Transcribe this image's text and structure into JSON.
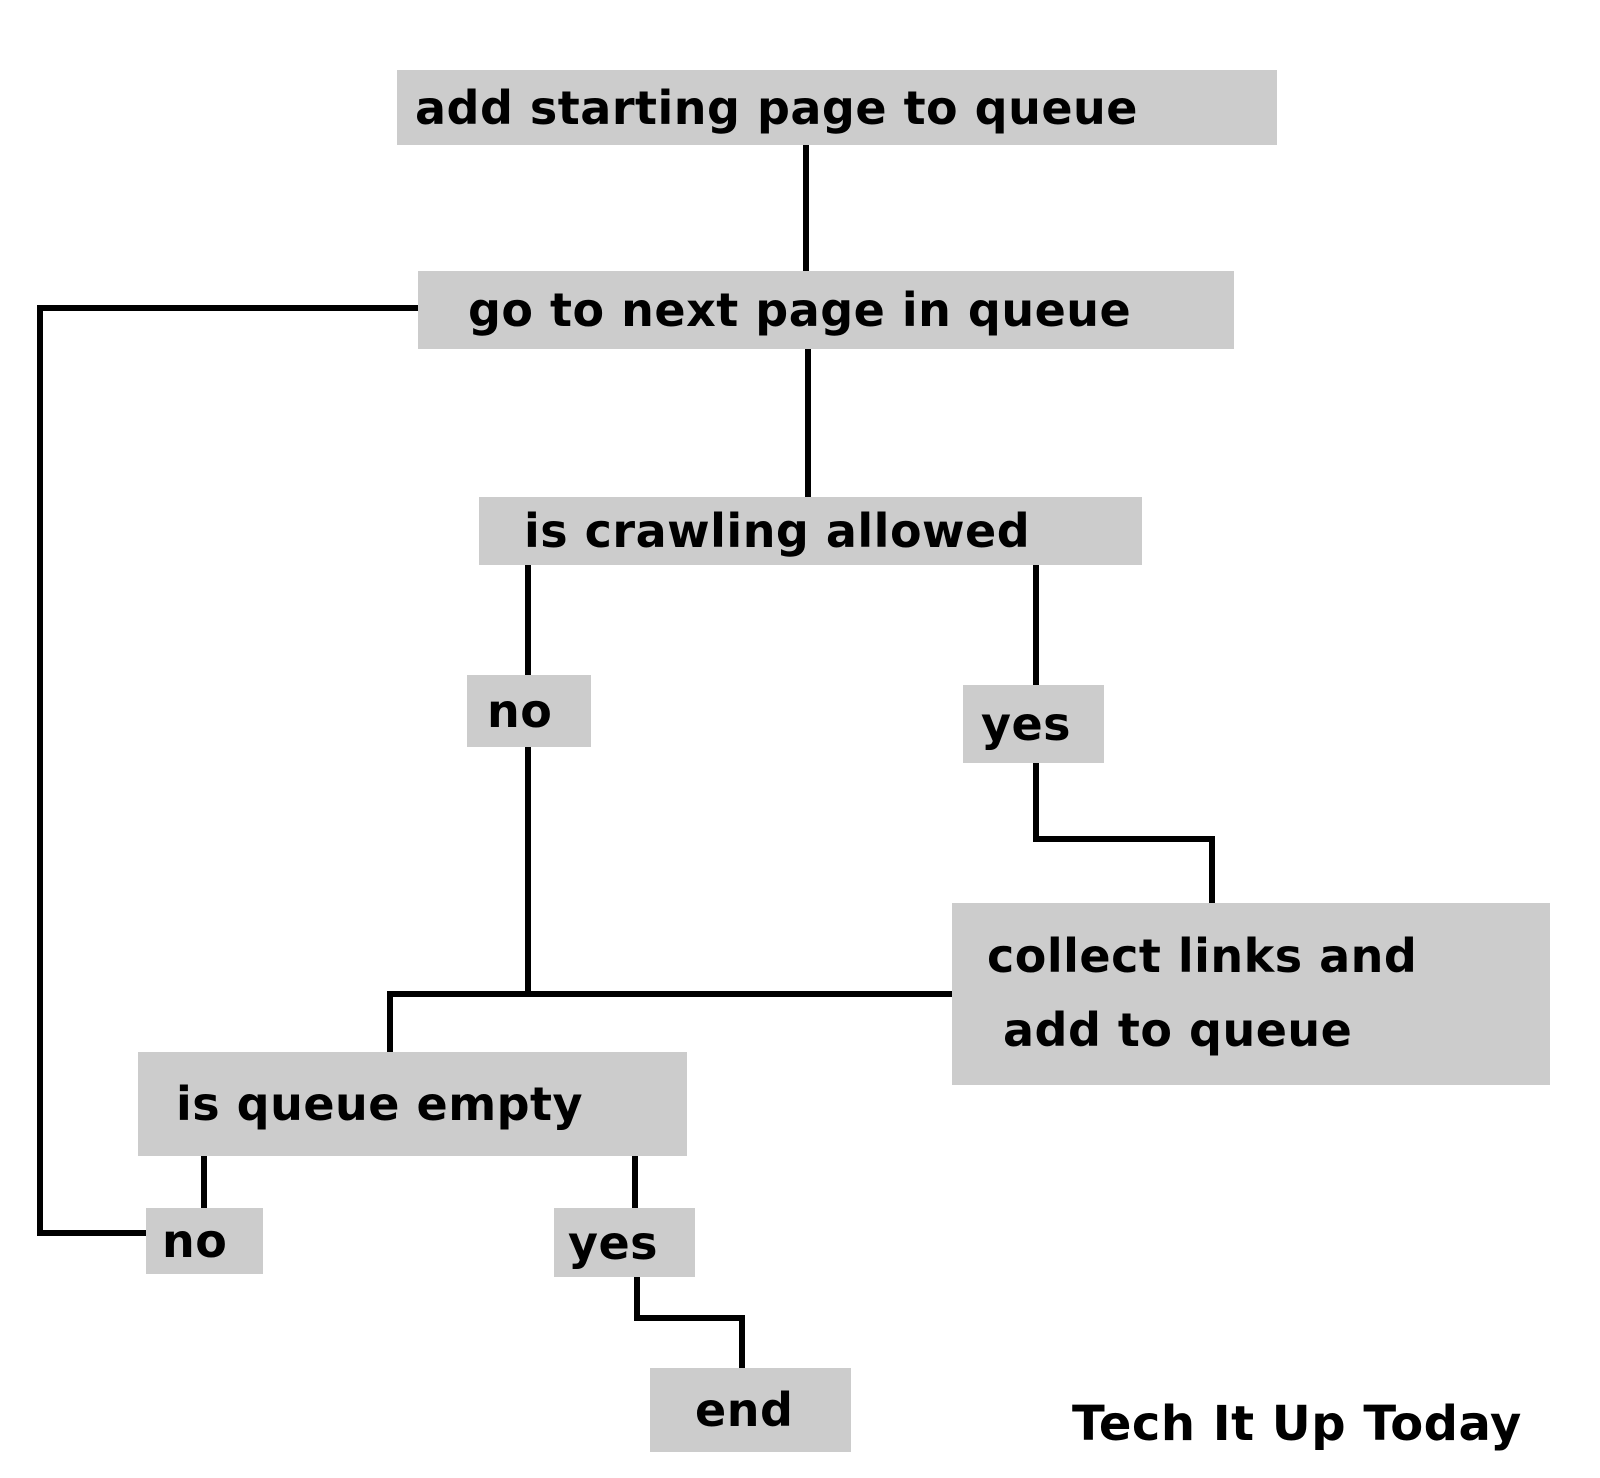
{
  "diagram": {
    "nodes": {
      "start": "add starting page to queue",
      "next_page": "go to next page in queue",
      "crawl_check": "is crawling allowed",
      "crawl_no": "no",
      "crawl_yes": "yes",
      "collect_line1": "collect links and",
      "collect_line2": "add to queue",
      "queue_check": "is queue empty",
      "queue_no": "no",
      "queue_yes": "yes",
      "end": "end"
    },
    "watermark": "Tech It Up Today"
  },
  "colors": {
    "box_fill": "#cccccc",
    "line": "#000000",
    "text": "#000000",
    "background": "#ffffff"
  }
}
